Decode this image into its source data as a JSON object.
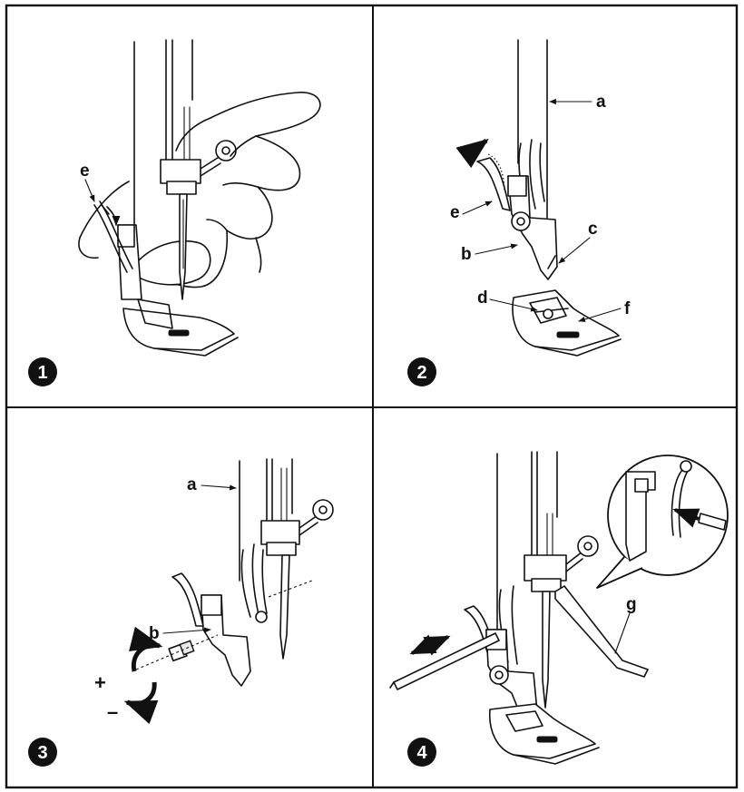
{
  "panels": [
    {
      "step": "1",
      "labels": {
        "e": "e"
      }
    },
    {
      "step": "2",
      "labels": {
        "a": "a",
        "b": "b",
        "c": "c",
        "d": "d",
        "e": "e",
        "f": "f"
      }
    },
    {
      "step": "3",
      "labels": {
        "a": "a",
        "b": "b"
      },
      "signs": {
        "plus": "+",
        "minus": "–"
      }
    },
    {
      "step": "4",
      "labels": {
        "g": "g"
      }
    }
  ],
  "icons": [
    "hand-icon",
    "needle-icon",
    "presser-foot-icon",
    "shank-icon",
    "screw-icon",
    "screwdriver-icon",
    "allen-key-icon",
    "arrow-icon",
    "magnifier-callout-icon"
  ],
  "colors": {
    "ink": "#111111",
    "background": "#ffffff"
  }
}
